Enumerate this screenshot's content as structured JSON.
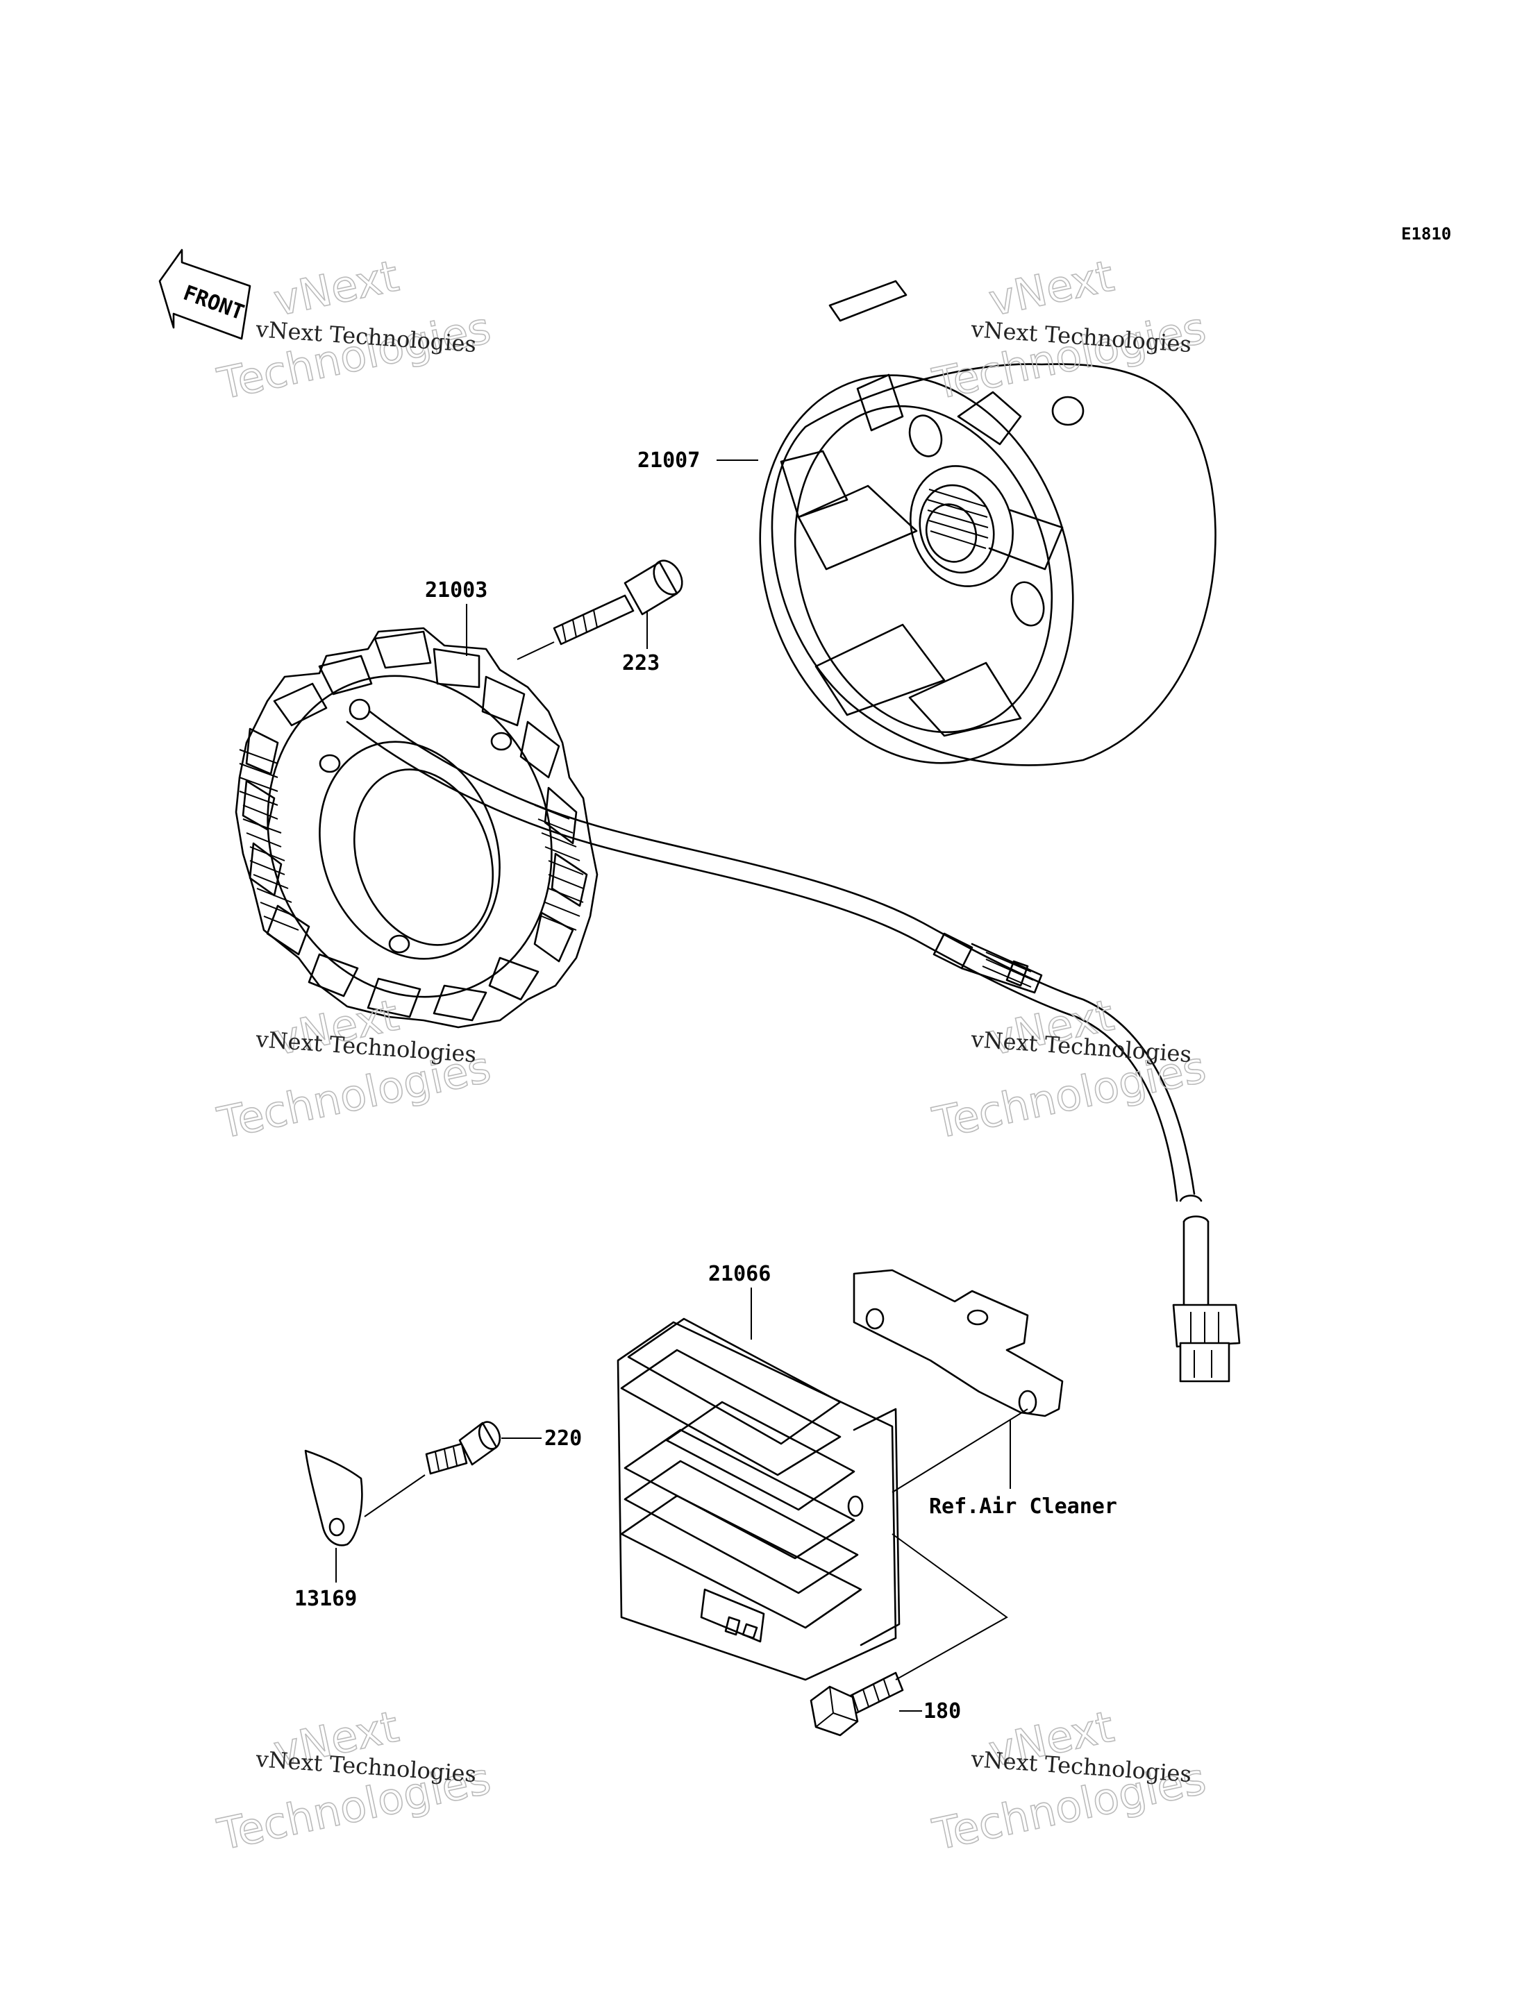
{
  "diagram": {
    "code": "E1810",
    "front_label": "FRONT",
    "parts": [
      {
        "id": "21007",
        "label": "21007"
      },
      {
        "id": "21003",
        "label": "21003"
      },
      {
        "id": "223",
        "label": "223"
      },
      {
        "id": "21066",
        "label": "21066"
      },
      {
        "id": "220",
        "label": "220"
      },
      {
        "id": "13169",
        "label": "13169"
      },
      {
        "id": "180",
        "label": "180"
      }
    ],
    "reference_note": "Ref.Air Cleaner"
  },
  "watermarks": [
    {
      "small": "vNext Technologies",
      "big_1": "vNext",
      "big_2": "Technologies"
    },
    {
      "small": "vNext Technologies",
      "big_1": "vNext",
      "big_2": "Technologies"
    },
    {
      "small": "vNext Technologies",
      "big_1": "vNext",
      "big_2": "Technologies"
    },
    {
      "small": "vNext Technologies",
      "big_1": "vNext",
      "big_2": "Technologies"
    },
    {
      "small": "vNext Technologies",
      "big_1": "vNext",
      "big_2": "Technologies"
    },
    {
      "small": "vNext Technologies",
      "big_1": "vNext",
      "big_2": "Technologies"
    }
  ]
}
